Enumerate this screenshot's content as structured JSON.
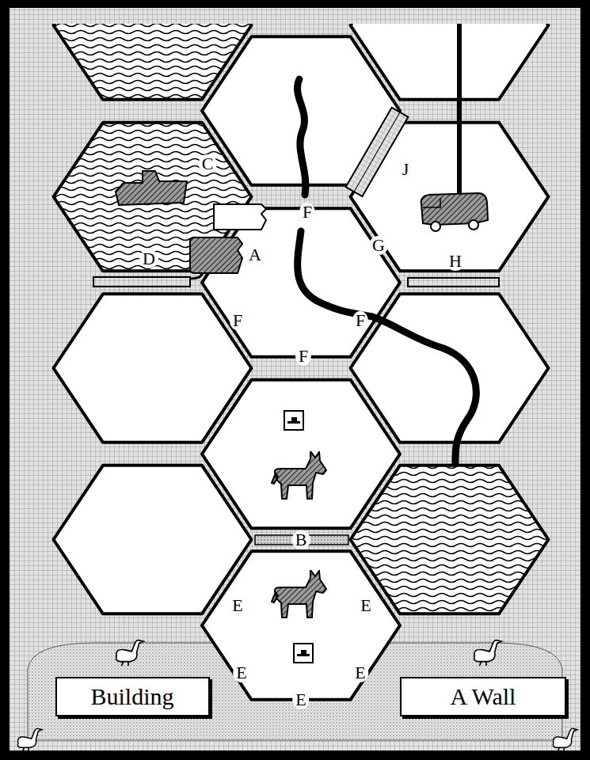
{
  "diagram": {
    "nodes": [
      {
        "text": [
          "Building"
        ]
      },
      {
        "text": [
          "A Wall"
        ]
      }
    ],
    "labels": [
      "C",
      "J",
      "F",
      "A",
      "G",
      "D",
      "H",
      "F",
      "F",
      "F",
      "B",
      "E",
      "E",
      "E",
      "E",
      "E"
    ]
  }
}
